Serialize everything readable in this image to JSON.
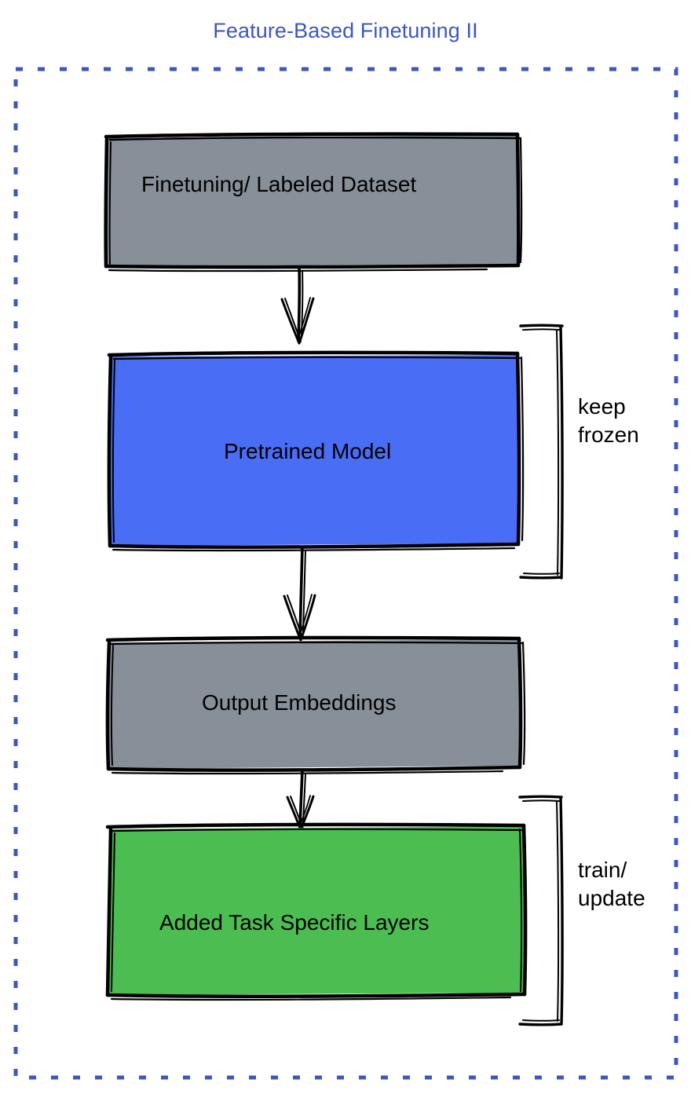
{
  "title": "Feature-Based Finetuning II",
  "colors": {
    "title": "#3d57bf",
    "frame_dashed": "#3d57bf",
    "gray_fill": "#878f99",
    "blue_fill": "#4a6df5",
    "green_fill": "#4cbd51",
    "stroke": "#000000",
    "background": "#ffffff"
  },
  "frame": {
    "style": "dashed",
    "name": "outer-dashed-frame"
  },
  "nodes": [
    {
      "id": "dataset",
      "label": "Finetuning/ Labeled Dataset",
      "fill": "gray"
    },
    {
      "id": "pretrained",
      "label": "Pretrained Model",
      "fill": "blue"
    },
    {
      "id": "embeddings",
      "label": "Output Embeddings",
      "fill": "gray"
    },
    {
      "id": "task-layers",
      "label": "Added Task Specific Layers",
      "fill": "green"
    }
  ],
  "annotations": [
    {
      "id": "keep-frozen",
      "line1": "keep",
      "line2": "frozen",
      "target": "pretrained"
    },
    {
      "id": "train-update",
      "line1": "train/",
      "line2": "update",
      "target": "task-layers"
    }
  ],
  "arrows": [
    {
      "from": "dataset",
      "to": "pretrained"
    },
    {
      "from": "pretrained",
      "to": "embeddings"
    },
    {
      "from": "embeddings",
      "to": "task-layers"
    }
  ]
}
